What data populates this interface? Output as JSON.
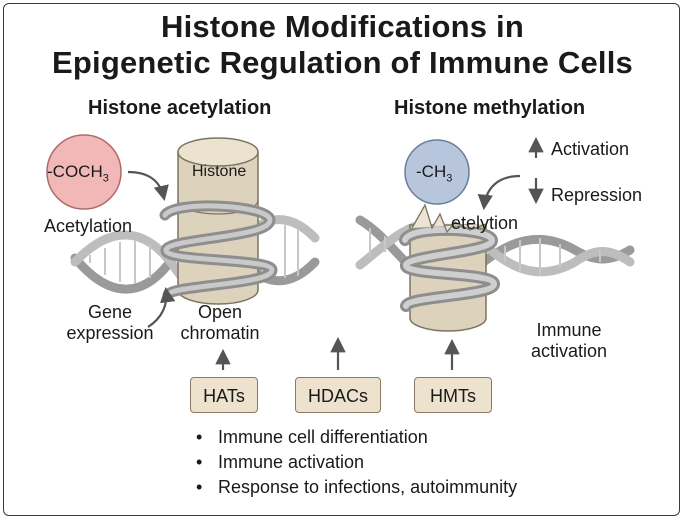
{
  "title": {
    "line1": "Histone Modifications in",
    "line2": "Epigenetic Regulation of Immune Cells"
  },
  "acetylation": {
    "heading": "Histone acetylation",
    "group": "-COCH",
    "group_sub": "3",
    "histone_label": "Histone",
    "process_label": "Acetylation",
    "gene_expression": [
      "Gene",
      "expression"
    ],
    "open_chromatin": [
      "Open",
      "chromatin"
    ]
  },
  "methylation": {
    "heading": "Histone methylation",
    "group": "-CH",
    "group_sub": "3",
    "activation": "Activation",
    "repression": "Repression",
    "process_label": "etelytion",
    "immune_activation": [
      "Immune",
      "activation"
    ]
  },
  "enzymes": [
    "HATs",
    "HDACs",
    "HMTs"
  ],
  "outcomes": [
    "Immune cell differentiation",
    "Immune activation",
    "Response to infections, autoimmunity"
  ],
  "colors": {
    "acetyl_circle": "#f2b8b8",
    "methyl_circle": "#b8c6dd",
    "histone": "#ddd3bc",
    "enzyme_box": "#ece2cd",
    "dna": "#9a9a9a"
  }
}
